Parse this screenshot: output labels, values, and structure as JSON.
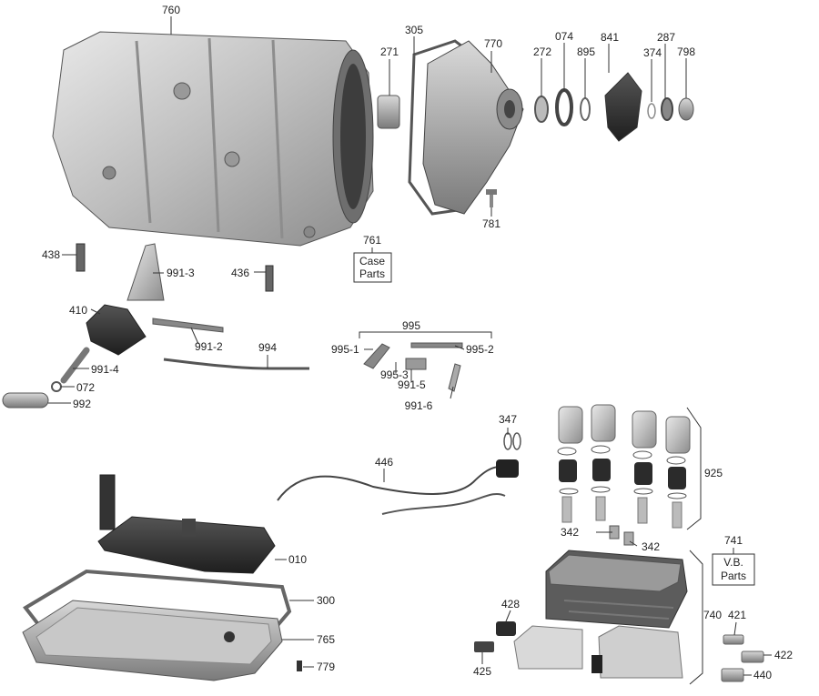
{
  "parts": [
    {
      "id": "p760",
      "number": "760"
    },
    {
      "id": "p305",
      "number": "305"
    },
    {
      "id": "p271",
      "number": "271"
    },
    {
      "id": "p770",
      "number": "770"
    },
    {
      "id": "p272",
      "number": "272"
    },
    {
      "id": "p074",
      "number": "074"
    },
    {
      "id": "p895",
      "number": "895"
    },
    {
      "id": "p841",
      "number": "841"
    },
    {
      "id": "p374",
      "number": "374"
    },
    {
      "id": "p287",
      "number": "287"
    },
    {
      "id": "p798",
      "number": "798"
    },
    {
      "id": "p781",
      "number": "781"
    },
    {
      "id": "p438",
      "number": "438"
    },
    {
      "id": "p991-3",
      "number": "991-3"
    },
    {
      "id": "p436",
      "number": "436"
    },
    {
      "id": "p410",
      "number": "410"
    },
    {
      "id": "p991-2",
      "number": "991-2"
    },
    {
      "id": "p994",
      "number": "994"
    },
    {
      "id": "p991-4",
      "number": "991-4"
    },
    {
      "id": "p072",
      "number": "072"
    },
    {
      "id": "p992",
      "number": "992"
    },
    {
      "id": "p995",
      "number": "995"
    },
    {
      "id": "p995-1",
      "number": "995-1"
    },
    {
      "id": "p995-2",
      "number": "995-2"
    },
    {
      "id": "p995-3",
      "number": "995-3"
    },
    {
      "id": "p991-5",
      "number": "991-5"
    },
    {
      "id": "p991-6",
      "number": "991-6"
    },
    {
      "id": "p347",
      "number": "347"
    },
    {
      "id": "p446",
      "number": "446"
    },
    {
      "id": "p925",
      "number": "925"
    },
    {
      "id": "p342a",
      "number": "342"
    },
    {
      "id": "p342b",
      "number": "342"
    },
    {
      "id": "p010",
      "number": "010"
    },
    {
      "id": "p300",
      "number": "300"
    },
    {
      "id": "p765",
      "number": "765"
    },
    {
      "id": "p779",
      "number": "779"
    },
    {
      "id": "p428",
      "number": "428"
    },
    {
      "id": "p425",
      "number": "425"
    },
    {
      "id": "p740",
      "number": "740"
    },
    {
      "id": "p421",
      "number": "421"
    },
    {
      "id": "p422",
      "number": "422"
    },
    {
      "id": "p440",
      "number": "440"
    }
  ],
  "boxes": [
    {
      "id": "b761",
      "number": "761",
      "line1": "Case",
      "line2": "Parts"
    },
    {
      "id": "b741",
      "number": "741",
      "line1": "V.B.",
      "line2": "Parts"
    }
  ]
}
